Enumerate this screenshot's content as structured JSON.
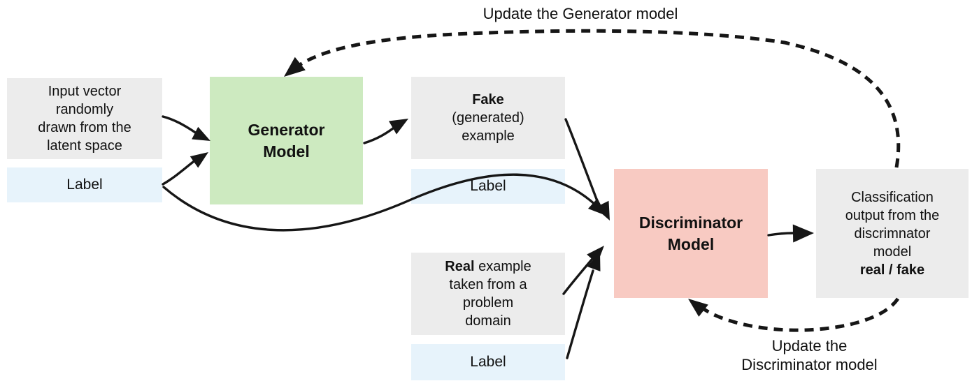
{
  "colors": {
    "box_gray": "#ececec",
    "box_blue": "#e7f3fb",
    "generator_green": "#cdeac0",
    "discriminator_pink": "#f8cac2",
    "arrow_black": "#161616"
  },
  "captions": {
    "update_generator": "Update the Generator model",
    "update_discriminator": "Update the\nDiscriminator model"
  },
  "boxes": {
    "input_vector": {
      "text": "Input vector\nrandomly\ndrawn from the\nlatent space"
    },
    "label_input": {
      "text": "Label"
    },
    "generator": {
      "title": "Generator\nModel"
    },
    "fake": {
      "bold": "Fake",
      "rest": "(generated)\nexample"
    },
    "label_fake": {
      "text": "Label"
    },
    "real": {
      "bold": "Real",
      "after_bold": " example",
      "rest": "taken from a\nproblem\ndomain"
    },
    "label_real": {
      "text": "Label"
    },
    "discriminator": {
      "title": "Discriminator\nModel"
    },
    "classification": {
      "text": "Classification\noutput from the\ndiscrimnator\nmodel",
      "bold_line": "real / fake"
    }
  },
  "arrows": [
    {
      "from": "input-vector-box",
      "to": "generator-model-box",
      "style": "solid"
    },
    {
      "from": "input-label-box",
      "to": "generator-model-box",
      "style": "solid"
    },
    {
      "from": "input-label-box",
      "to": "discriminator-model-box",
      "style": "solid"
    },
    {
      "from": "generator-model-box",
      "to": "fake-example-box",
      "style": "solid"
    },
    {
      "from": "fake-example-box",
      "to": "discriminator-model-box",
      "style": "solid"
    },
    {
      "from": "real-example-box",
      "to": "discriminator-model-box",
      "style": "solid"
    },
    {
      "from": "real-label-box",
      "to": "discriminator-model-box",
      "style": "solid"
    },
    {
      "from": "discriminator-model-box",
      "to": "classification-output-box",
      "style": "solid"
    },
    {
      "from": "classification-output-box",
      "to": "generator-model-box",
      "style": "dashed",
      "label": "Update the Generator model"
    },
    {
      "from": "classification-output-box",
      "to": "discriminator-model-box",
      "style": "dashed",
      "label": "Update the\nDiscriminator model"
    }
  ]
}
